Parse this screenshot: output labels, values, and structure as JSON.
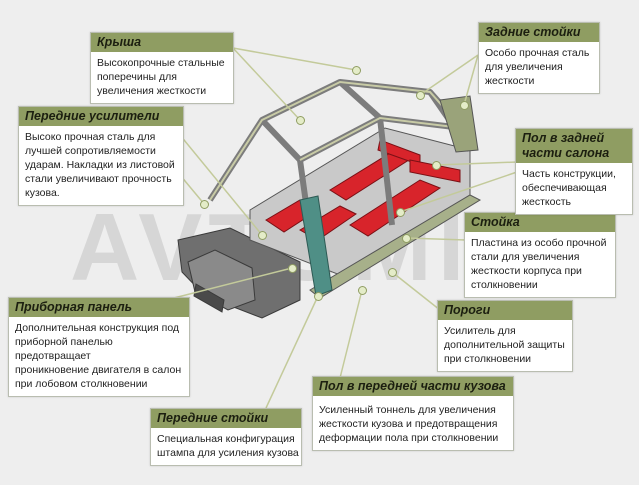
{
  "watermark": "AVTOMIX",
  "callouts": {
    "roof": {
      "title": "Крыша",
      "lines": [
        "Высокопрочные стальные",
        "поперечины для",
        "увеличения жесткости"
      ]
    },
    "front_reinforcements": {
      "title": "Передние усилители",
      "lines": [
        "Высоко прочная сталь для",
        "лучшей сопротивляемости",
        "ударам. Накладки из листовой",
        "стали увеличивают прочность",
        "кузова."
      ]
    },
    "dashboard": {
      "title": "Приборная панель",
      "lines": [
        "Дополнительная конструкция под",
        "приборной панелью",
        "предотвращает",
        "проникновение двигателя в салон",
        "при лобовом столкновении"
      ]
    },
    "front_pillars": {
      "title": "Передние стойки",
      "lines": [
        "Специальная конфигурация",
        "штампа для усиления кузова"
      ]
    },
    "front_floor": {
      "title": "Пол в передней части кузова",
      "lines": [
        "Усиленный тоннель для увеличения",
        "жесткости кузова и предотвращения",
        "деформации пола при столкновении"
      ]
    },
    "sills": {
      "title": "Пороги",
      "lines": [
        "Усилитель для",
        "дополнительной защиты",
        "при столкновении"
      ]
    },
    "pillar": {
      "title": "Стойка",
      "lines": [
        "Пластина из особо прочной",
        "стали для увеличения",
        "жесткости корпуса при",
        "столкновении"
      ]
    },
    "rear_floor": {
      "title_lines": [
        "Пол в задней",
        "части салона"
      ],
      "lines": [
        "Часть конструкции,",
        "обеспечивающая",
        "жесткость"
      ]
    },
    "rear_pillars": {
      "title": "Задние стойки",
      "lines": [
        "Особо прочная сталь",
        "для увеличения",
        "жесткости"
      ]
    }
  },
  "colors": {
    "accent": "#8f9d62",
    "reinforcement": "#d8242b",
    "body_frame": "#8c8c8c",
    "background": "#eeeeee"
  }
}
